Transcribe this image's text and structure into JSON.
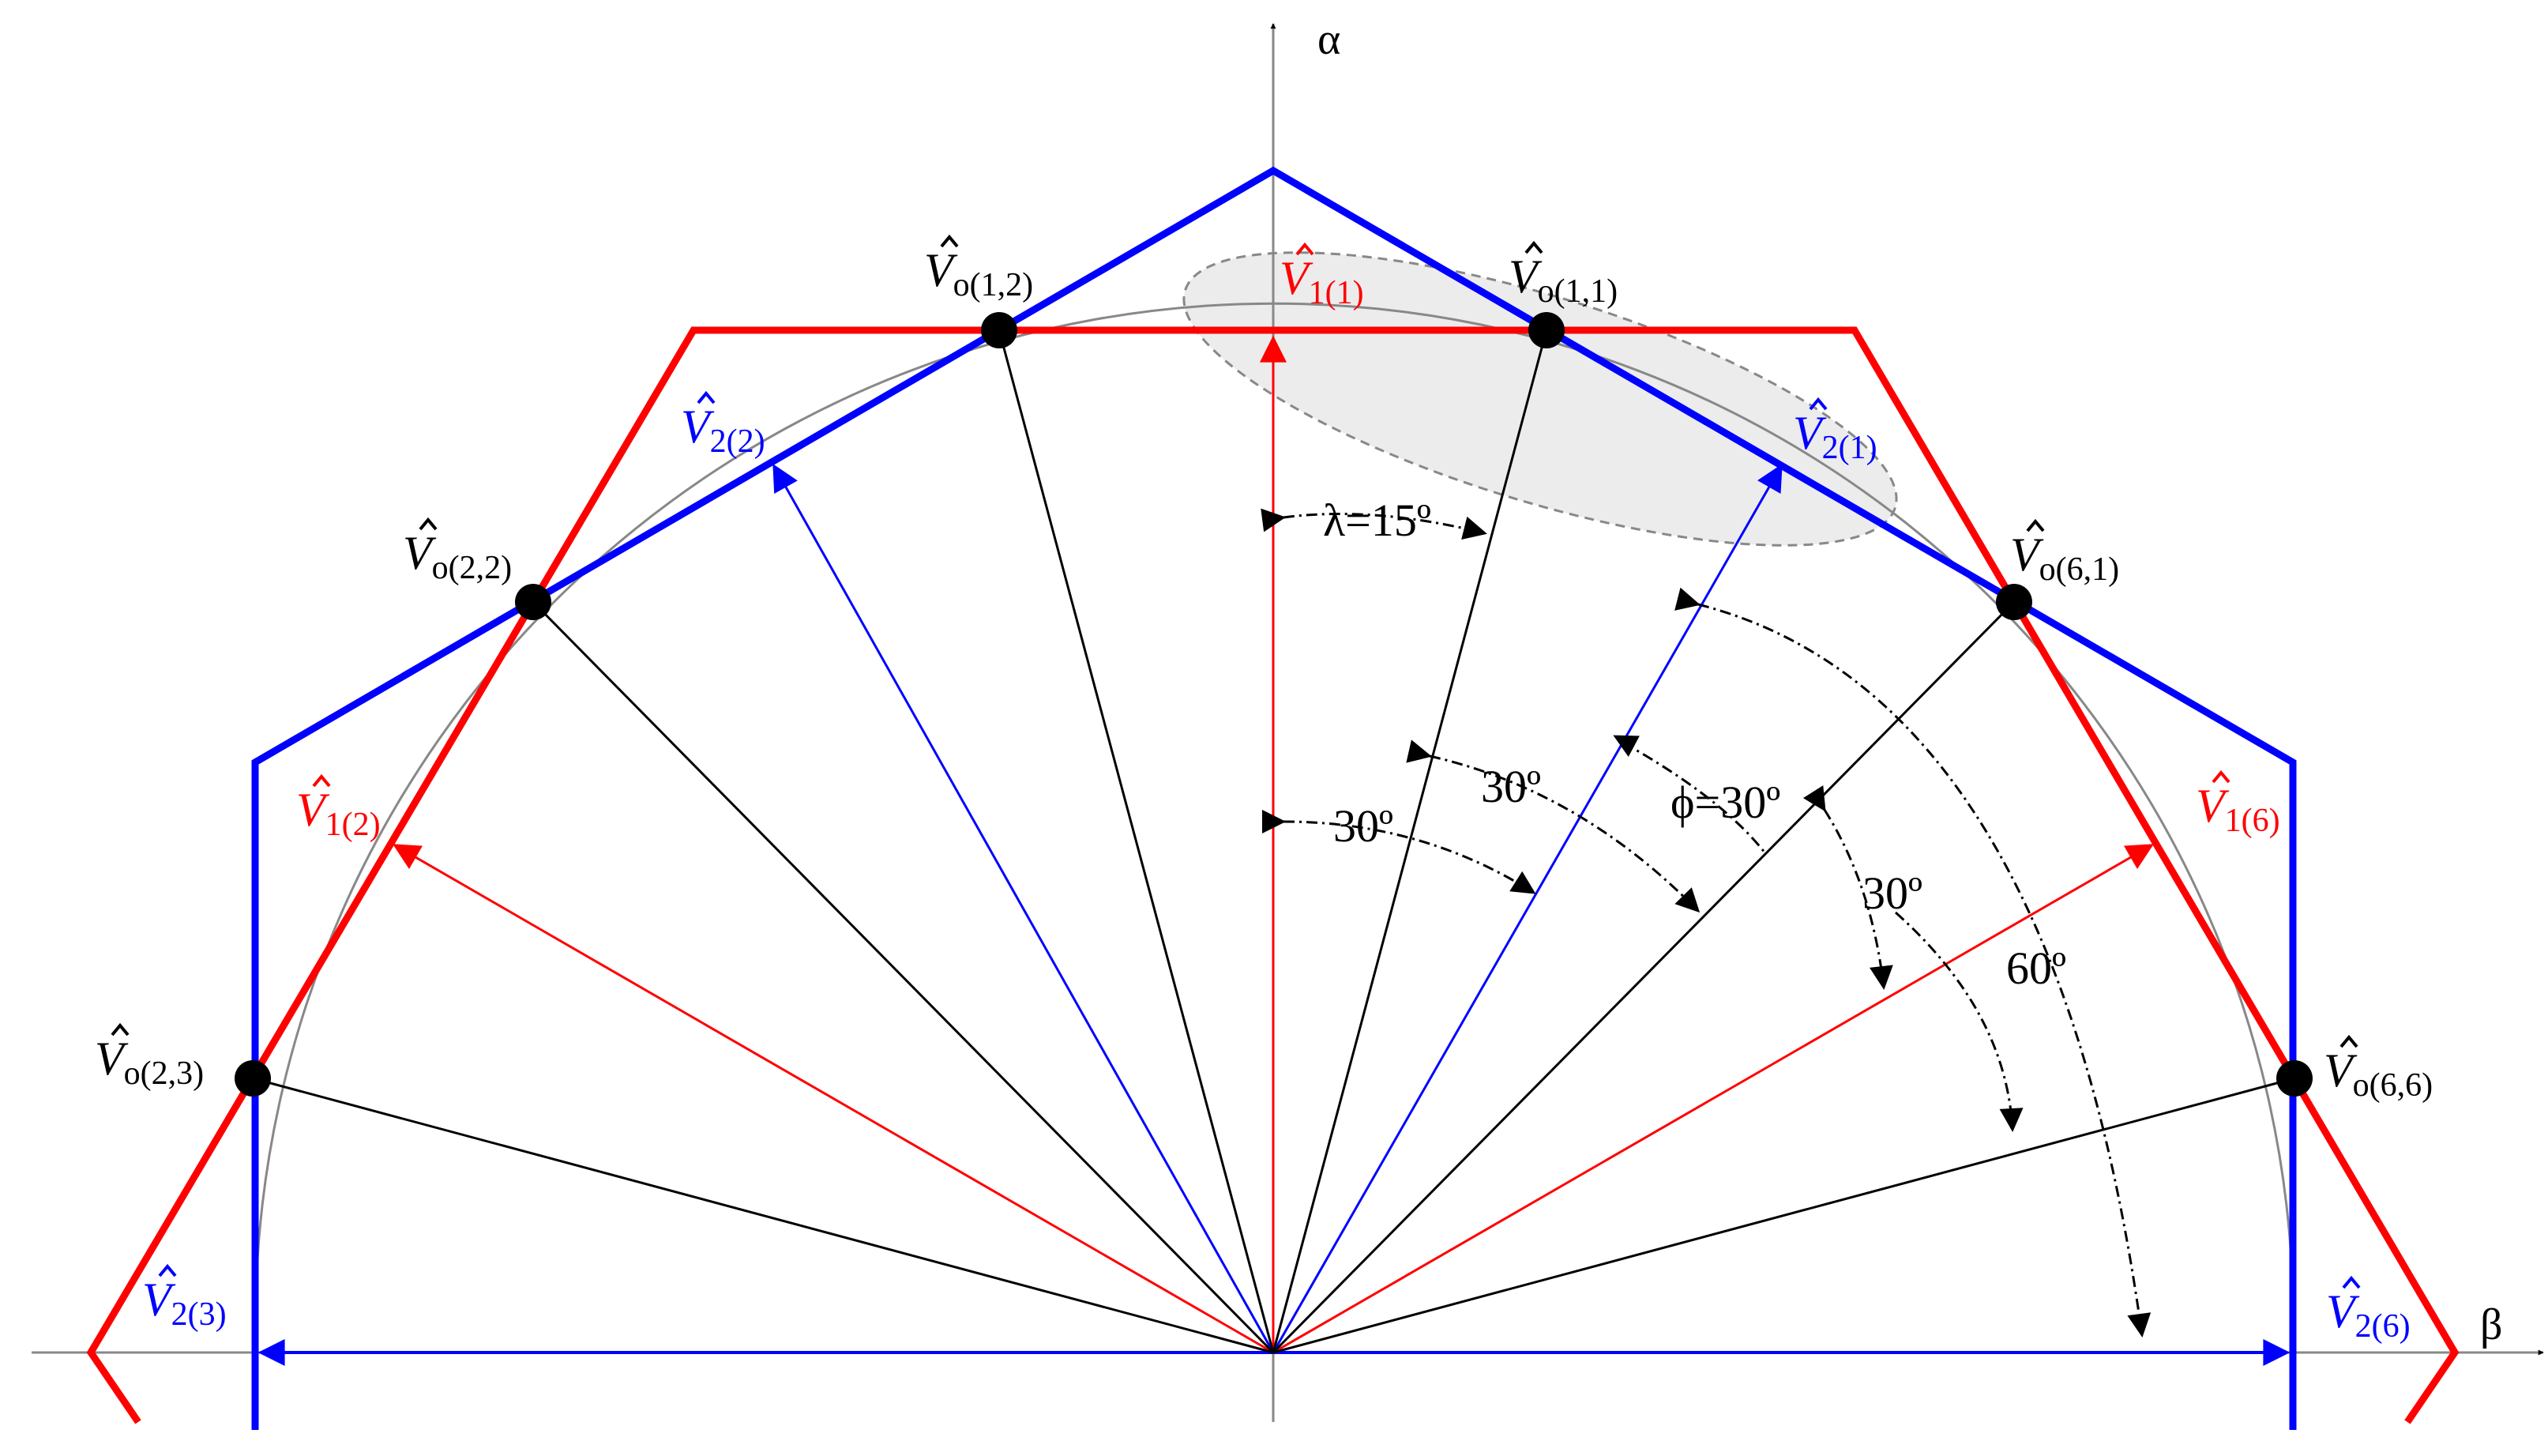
{
  "axes": {
    "alpha": "α",
    "beta": "β"
  },
  "colors": {
    "red": "#ff0000",
    "blue": "#0000ff",
    "black": "#000000",
    "gray": "#888888",
    "ellipse": "#ececec"
  },
  "vectors": {
    "v1_1": {
      "base": "V",
      "sub": "1(1)"
    },
    "v1_2": {
      "base": "V",
      "sub": "1(2)"
    },
    "v1_6": {
      "base": "V",
      "sub": "1(6)"
    },
    "v2_1": {
      "base": "V",
      "sub": "2(1)"
    },
    "v2_2": {
      "base": "V",
      "sub": "2(2)"
    },
    "v2_3": {
      "base": "V",
      "sub": "2(3)"
    },
    "v2_6": {
      "base": "V",
      "sub": "2(6)"
    },
    "vo_1_1": {
      "base": "V",
      "sub": "o(1,1)"
    },
    "vo_1_2": {
      "base": "V",
      "sub": "o(1,2)"
    },
    "vo_2_2": {
      "base": "V",
      "sub": "o(2,2)"
    },
    "vo_2_3": {
      "base": "V",
      "sub": "o(2,3)"
    },
    "vo_6_1": {
      "base": "V",
      "sub": "o(6,1)"
    },
    "vo_6_6": {
      "base": "V",
      "sub": "o(6,6)"
    }
  },
  "angles": {
    "lambda": "λ=15º",
    "a30_left": "30º",
    "a30_mid": "30º",
    "phi": "ϕ=30º",
    "a30_right": "30º",
    "a60": "60º"
  }
}
